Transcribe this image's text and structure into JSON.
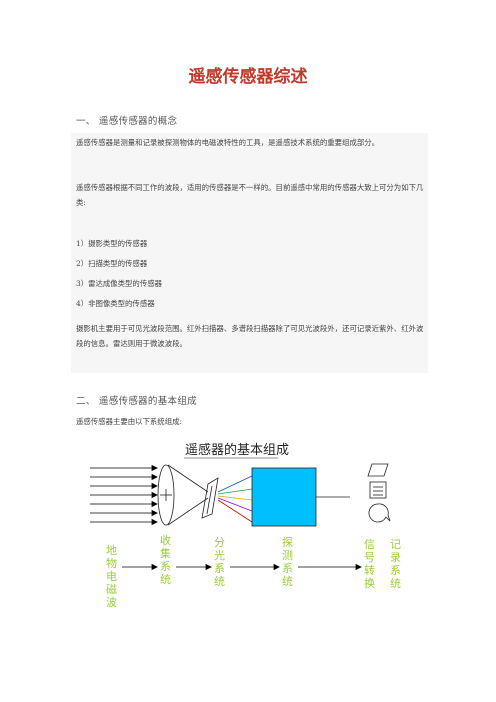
{
  "document": {
    "title": "遥感传感器综述",
    "section1": {
      "heading": "一、  遥感传感器的概念",
      "para1": "遥感传感器是测量和记录被探测物体的电磁波特性的工具，是遥感技术系统的重要组成部分。",
      "para2": "遥感传感器根据不同工作的波段，适用的传感器是不一样的。目前遥感中常用的传感器大致上可分为如下几类:",
      "list": [
        "1）摄影类型的传感器",
        "2）扫描类型的传感器",
        "3）雷达成像类型的传感器",
        "4）非图像类型的传感器"
      ],
      "para3": "摄影机主要用于可见光波段范围。红外扫描器、多谱段扫描器除了可见光波段外，还可记录近紫外、红外波段的信息。雷达则用于微波波段。"
    },
    "section2": {
      "heading": "二、  遥感传感器的基本组成",
      "intro": "遥感传感器主要由以下系统组成:"
    }
  },
  "diagram": {
    "title": "遥感器的基本组成",
    "labels": [
      "地物电磁波",
      "收集系统",
      "分光系统",
      "探测系统",
      "信号转换",
      "记录系统"
    ],
    "colors": {
      "label_green": "#9ccc3a",
      "detector_fill": "#00bfff",
      "arrows": "#000000"
    }
  }
}
